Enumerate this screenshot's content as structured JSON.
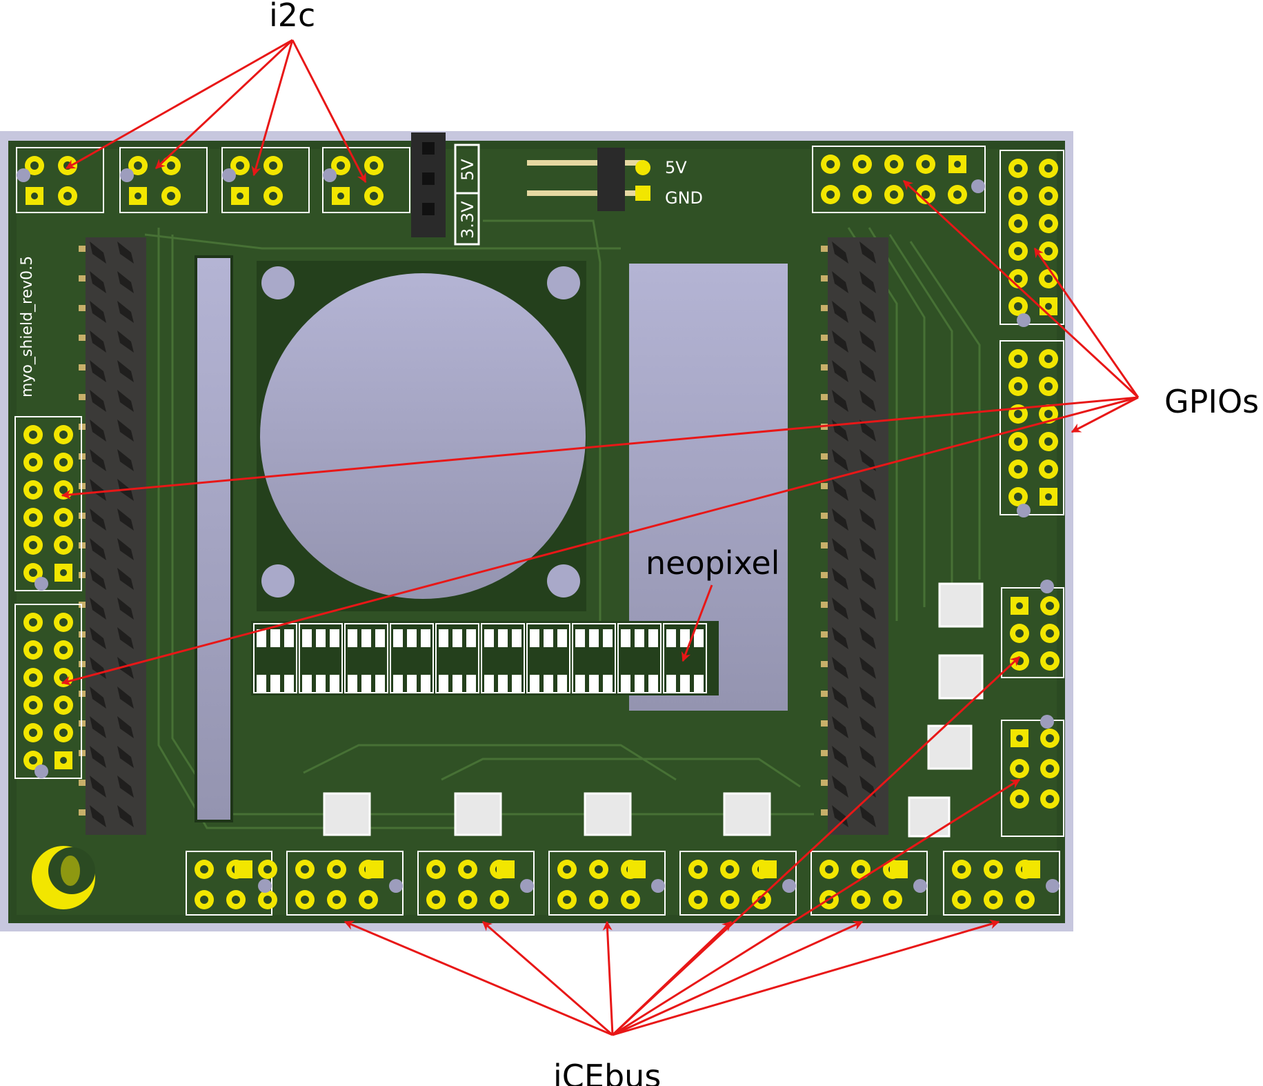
{
  "diagram": {
    "board_label": "myo_shield_rev0.5",
    "power_header": {
      "pin1": "5V",
      "pin2": "GND"
    },
    "voltage_jumper": {
      "top": "5V",
      "bottom": "3.3V"
    },
    "callouts": {
      "i2c": "i2c",
      "gpios": "GPIOs",
      "neopixel": "neopixel",
      "icebus": "iCEbus"
    }
  },
  "colors": {
    "board_frame": "#c7c7de",
    "pcb_green": "#2b4a22",
    "copper_fill": "#3a5f2c",
    "pad_gold": "#f2e600",
    "arrow_red": "#e81717",
    "cutout": "#a9a9c9"
  }
}
